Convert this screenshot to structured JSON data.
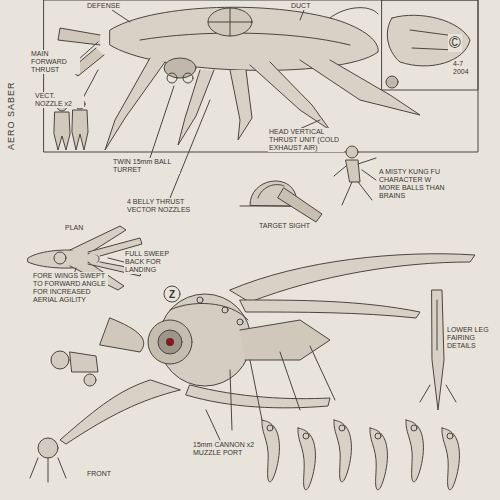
{
  "diagram": {
    "title": "AERO SABER",
    "labels": [
      "DEFENSE",
      "MAIN FORWARD THRUST",
      "DUCT",
      "VECT. NOZZLE x2",
      "TWIN 15mm BALL TURRET",
      "4 BELLY THRUST VECTOR NOZZLES",
      "HEAD VERTICAL THRUST UNIT (COLD EXHAUST AIR)",
      "©",
      "4-7 2004",
      "A MISTY KUNG FU CHARACTER W MORE BALLS THAN BRAINS",
      "TARGET SIGHT",
      "PLAN",
      "FULL SWEEP BACK FOR LANDING",
      "FORE WINGS SWEPT TO FORWARD ANGLE FOR INCREASED AERIAL AGILITY",
      "Z",
      "LOWER LEG FAIRING DETAILS",
      "15mm CANNON x2 MUZZLE PORT",
      "FRONT"
    ]
  }
}
